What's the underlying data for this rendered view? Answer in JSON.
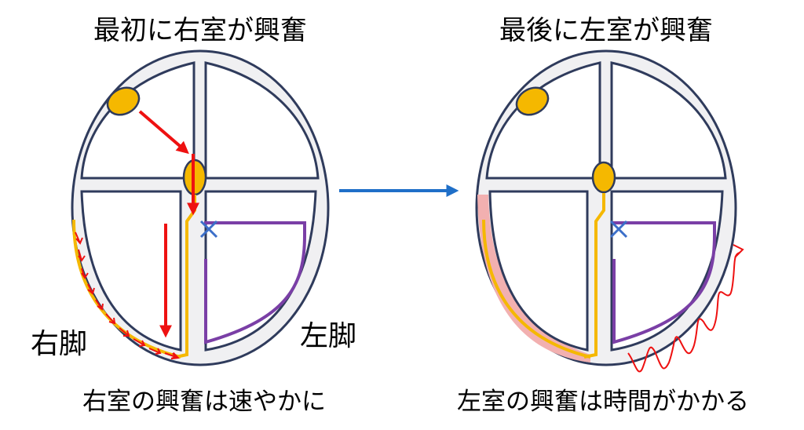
{
  "left_panel": {
    "title": "最初に右室が興奮",
    "caption": "右室の興奮は速やかに",
    "right_bundle_label": "右脚",
    "left_bundle_label": "左脚"
  },
  "right_panel": {
    "title": "最後に左室が興奮",
    "caption": "左室の興奮は時間がかかる"
  },
  "colors": {
    "outline": "#2f3b5c",
    "wall_fill": "#f0f0f2",
    "node": "#f5b800",
    "conduction_yellow": "#f5b800",
    "left_bundle_purple": "#7a3fa6",
    "block_mark": "#3c6fc9",
    "arrow_red": "#ee1111",
    "transition_arrow": "#1f6fc8",
    "slow_zone_pink": "#f2b0b0"
  },
  "icons": {
    "block": "x-mark-icon",
    "transition": "arrow-right-icon"
  }
}
